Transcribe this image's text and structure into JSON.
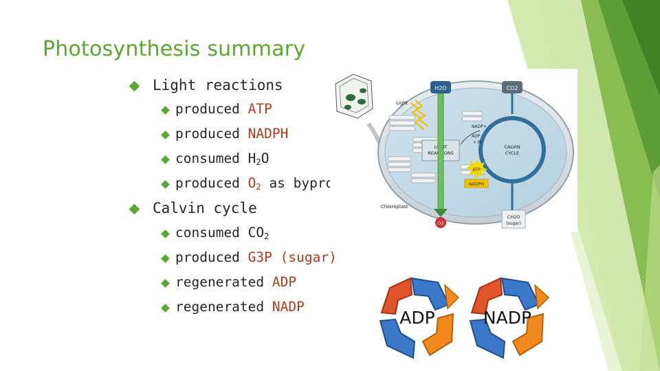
{
  "slide": {
    "title": "Photosynthesis summary",
    "accent_color": "#5aa832",
    "highlight_color": "#b23a1a"
  },
  "bullets": {
    "light": {
      "label": "Light reactions",
      "items": [
        {
          "verb": "produced",
          "object": "ATP"
        },
        {
          "verb": "produced",
          "object": "NADPH"
        },
        {
          "verb": "consumed",
          "object_pre": "H",
          "object_sub": "2",
          "object_post": "O"
        },
        {
          "verb": "produced",
          "object_pre": "O",
          "object_sub": "2",
          "object_post": " as byproduct"
        }
      ]
    },
    "calvin": {
      "label": "Calvin cycle",
      "items": [
        {
          "verb": "consumed",
          "object_pre": "CO",
          "object_sub": "2"
        },
        {
          "verb": "produced",
          "object": "G3P (sugar)"
        },
        {
          "verb": "regenerated",
          "object": "ADP"
        },
        {
          "verb": "regenerated",
          "object": "NADP"
        }
      ]
    }
  },
  "diagram": {
    "labels": {
      "h2o": "H2O",
      "co2": "CO2",
      "light": "Light",
      "light_reactions_1": "LIGHT",
      "light_reactions_2": "REACTIONS",
      "calvin_1": "CALVIN",
      "calvin_2": "CYCLE",
      "nadp": "NADP+",
      "adp": "ADP",
      "pi": "+ Pi",
      "atp": "ATP",
      "nadph": "NADPH",
      "chloroplast": "Chloroplast",
      "o2": "O2",
      "ch2o": "CH2O",
      "sugar": "(sugar)"
    }
  },
  "recycle": {
    "adp_label": "ADP",
    "nadp_label": "NADP"
  }
}
